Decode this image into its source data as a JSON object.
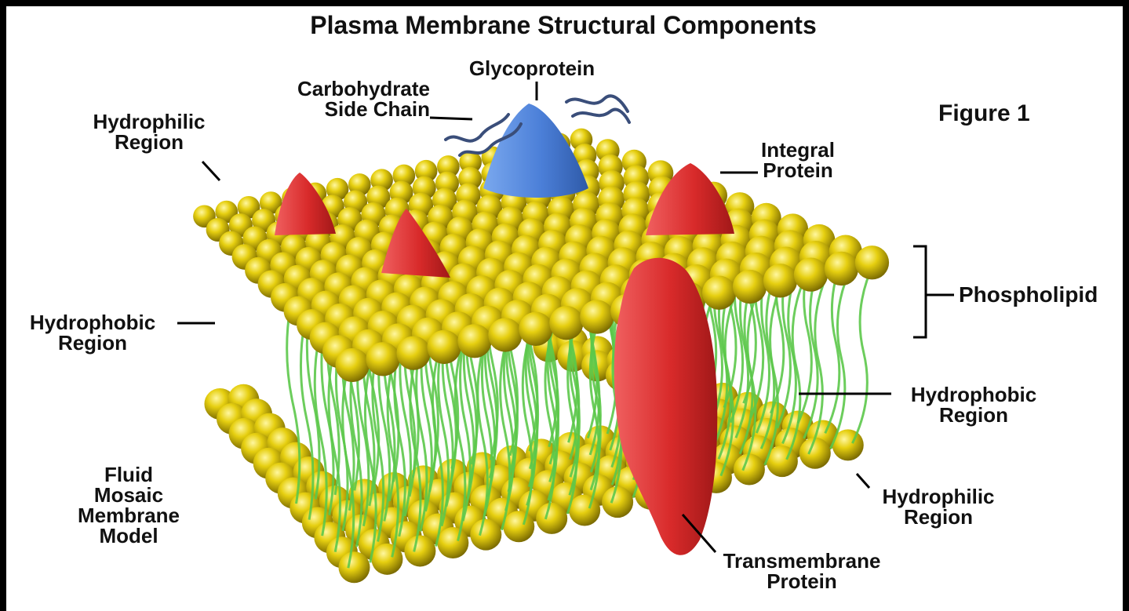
{
  "title": "Plasma Membrane Structural Components",
  "figure_label": "Figure 1",
  "labels": {
    "glycoprotein": "Glycoprotein",
    "carbohydrate_side_chain": [
      "Carbohydrate",
      "Side Chain"
    ],
    "hydrophilic_top": [
      "Hydrophilic",
      "Region"
    ],
    "integral_protein": [
      "Integral",
      "Protein"
    ],
    "phospholipid": "Phospholipid",
    "hydrophobic_left": [
      "Hydrophobic",
      "Region"
    ],
    "hydrophobic_right": [
      "Hydrophobic",
      "Region"
    ],
    "hydrophilic_bottom": [
      "Hydrophilic",
      "Region"
    ],
    "transmembrane_protein": [
      "Transmembrane",
      "Protein"
    ],
    "model_name": [
      "Fluid",
      "Mosaic",
      "Membrane",
      "Model"
    ]
  },
  "colors": {
    "head": "#e6cf10",
    "head_dark": "#7a6a00",
    "tail": "#5cc84a",
    "protein_red": "#e23838",
    "glycoprotein_blue": "#4b7fd8",
    "carbohydrate_chain": "#3a4e7a",
    "text": "#111111"
  }
}
